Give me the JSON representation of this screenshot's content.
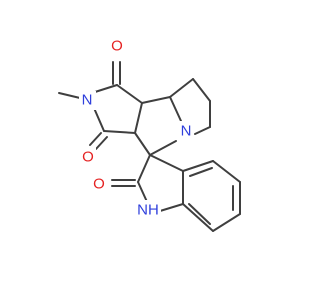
{
  "molecule": {
    "colors": {
      "carbon_bond": "#3f3f3f",
      "oxygen": "#e52222",
      "nitrogen": "#2f3fdc",
      "background": "#ffffff"
    },
    "atom_labels": {
      "o_top": "O",
      "n_imide": "N",
      "o_imide_lower": "O",
      "n_pyrrolidine": "N",
      "o_oxindole": "O",
      "nh_oxindole": "NH"
    }
  }
}
